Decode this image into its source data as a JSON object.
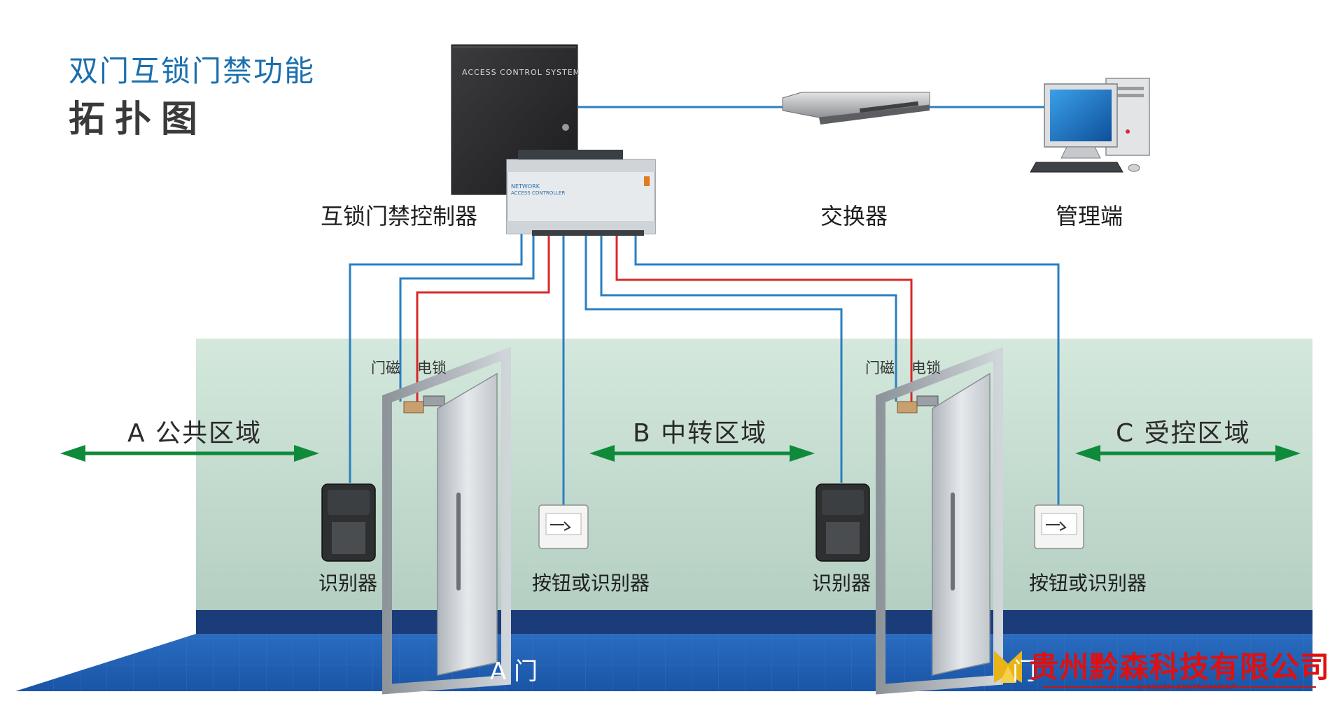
{
  "title": {
    "line1": "双门互锁门禁功能",
    "line2": "拓扑图"
  },
  "devices": {
    "controller_label": "互锁门禁控制器",
    "switch_label": "交换器",
    "management_label": "管理端",
    "cabinet_text": "ACCESS CONTROL SYSTEM",
    "controller_text_1": "NETWORK",
    "controller_text_2": "ACCESS CONTROLLER"
  },
  "zones": {
    "a": "A  公共区域",
    "b": "B  中转区域",
    "c": "C  受控区域"
  },
  "door_a": {
    "sensor_label": "门磁",
    "lock_label": "电锁",
    "reader_label": "识别器",
    "button_label": "按钮或识别器",
    "door_label": "A 门"
  },
  "door_b": {
    "sensor_label": "门磁",
    "lock_label": "电锁",
    "reader_label": "识别器",
    "button_label": "按钮或识别器",
    "door_label": "门"
  },
  "company": {
    "name": "贵州黔森科技有限公司",
    "english": "QIANSEN ENVIRONMENT"
  },
  "colors": {
    "wire_blue": "#2a7fc0",
    "wire_red": "#d82828",
    "arrow_green": "#0f8a3a",
    "wall": "#c5ddd0",
    "floor": "#1f5fb0",
    "skirting": "#1a3c78",
    "title_blue": "#1b6fae",
    "company_red": "#e01010"
  }
}
